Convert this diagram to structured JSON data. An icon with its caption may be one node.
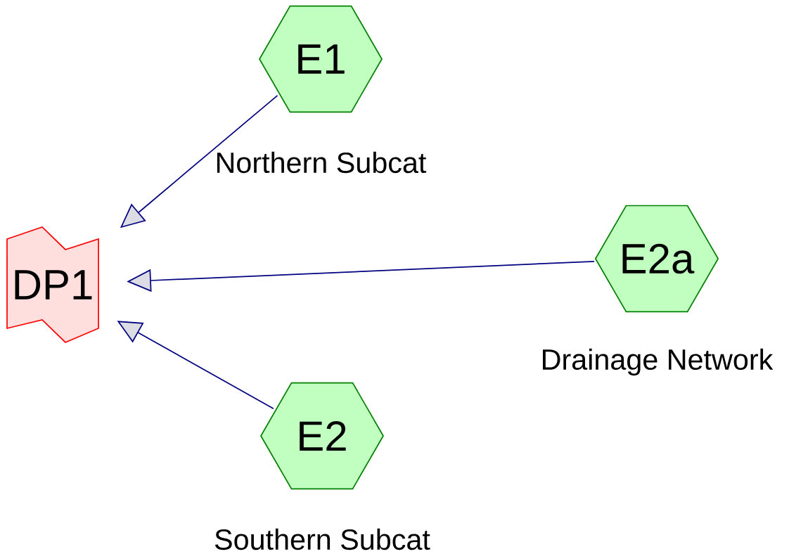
{
  "diagram": {
    "nodes": [
      {
        "text": [
          "E1"
        ],
        "beside": [
          "Northern Subcat"
        ]
      },
      {
        "text": [
          "DP1"
        ]
      },
      {
        "text": [
          "E2a"
        ],
        "beside": [
          "Drainage Network"
        ]
      },
      {
        "text": [
          "E2"
        ],
        "beside": [
          "Southern Subcat"
        ]
      }
    ],
    "edges": [
      {
        "from": 0,
        "to": 1,
        "arrow": "to"
      },
      {
        "from": 2,
        "to": 1,
        "arrow": "to"
      },
      {
        "from": 3,
        "to": 1,
        "arrow": "to"
      }
    ]
  }
}
